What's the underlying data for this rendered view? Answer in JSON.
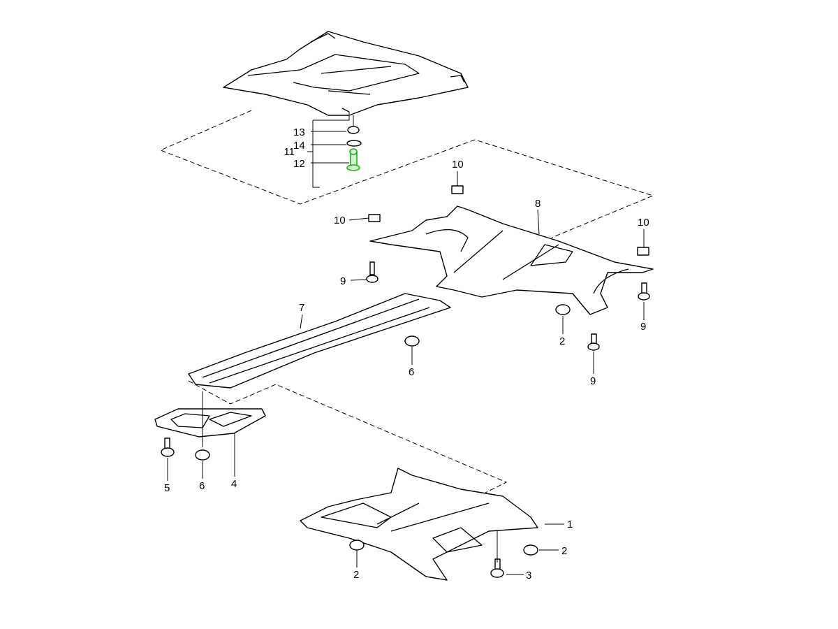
{
  "diagram": {
    "title": "Underbody protection panels exploded view",
    "highlight_color": "#19b019",
    "callouts": [
      {
        "id": "c13",
        "label": "13"
      },
      {
        "id": "c14",
        "label": "14"
      },
      {
        "id": "c11",
        "label": "11"
      },
      {
        "id": "c12",
        "label": "12"
      },
      {
        "id": "c10a",
        "label": "10"
      },
      {
        "id": "c8",
        "label": "8"
      },
      {
        "id": "c10b",
        "label": "10"
      },
      {
        "id": "c10c",
        "label": "10"
      },
      {
        "id": "c9a",
        "label": "9"
      },
      {
        "id": "c7",
        "label": "7"
      },
      {
        "id": "c2a",
        "label": "2"
      },
      {
        "id": "c9b",
        "label": "9"
      },
      {
        "id": "c6a",
        "label": "6"
      },
      {
        "id": "c9c",
        "label": "9"
      },
      {
        "id": "c5",
        "label": "5"
      },
      {
        "id": "c6b",
        "label": "6"
      },
      {
        "id": "c4",
        "label": "4"
      },
      {
        "id": "c1",
        "label": "1"
      },
      {
        "id": "c2b",
        "label": "2"
      },
      {
        "id": "c3",
        "label": "3"
      },
      {
        "id": "c2c",
        "label": "2"
      }
    ]
  }
}
